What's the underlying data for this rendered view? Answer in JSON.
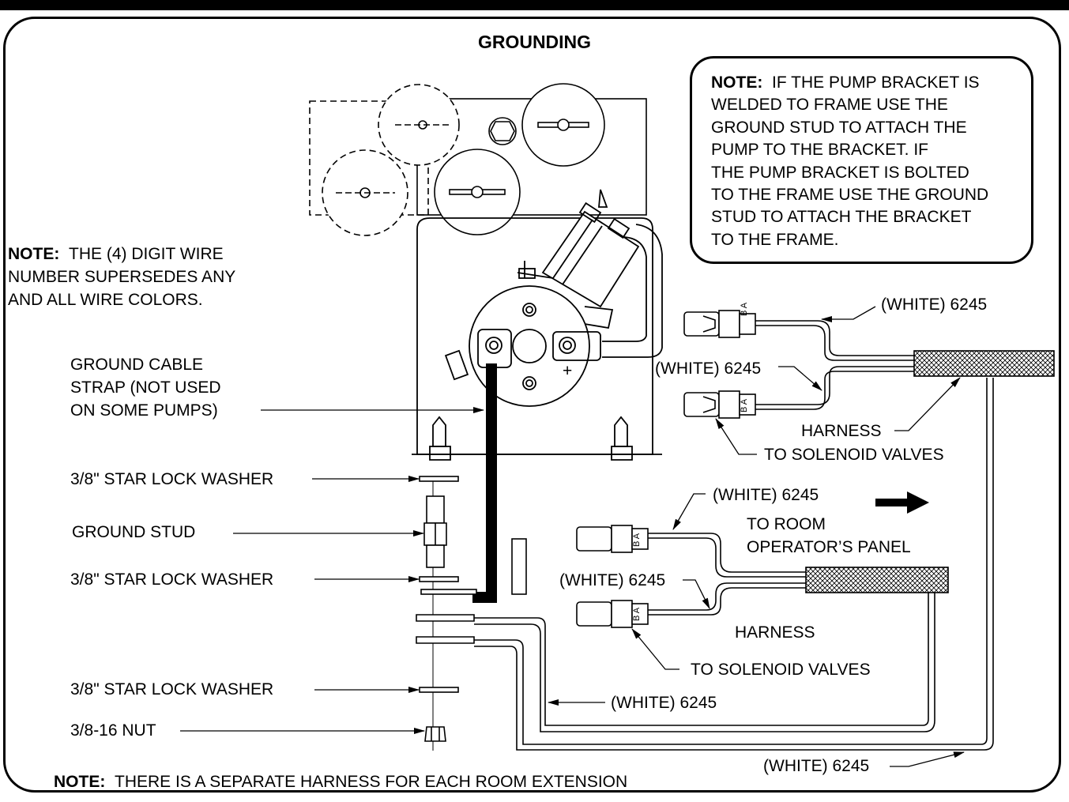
{
  "title": "GROUNDING",
  "note_pump": {
    "label": "NOTE:",
    "lines": [
      "IF THE PUMP BRACKET IS",
      "WELDED TO FRAME USE THE",
      "GROUND STUD TO ATTACH THE",
      "PUMP TO THE BRACKET.  IF",
      "THE PUMP BRACKET IS BOLTED",
      "TO THE FRAME USE THE GROUND",
      "STUD TO ATTACH THE BRACKET",
      "TO THE FRAME."
    ]
  },
  "note_wire": {
    "label": "NOTE:",
    "lines": [
      "THE (4) DIGIT WIRE",
      "NUMBER SUPERSEDES ANY",
      "AND ALL WIRE COLORS."
    ]
  },
  "callouts": {
    "ground_cable_1": "GROUND CABLE",
    "ground_cable_2": "STRAP  (NOT USED",
    "ground_cable_3": "ON SOME PUMPS)",
    "washer_1": "3/8\" STAR LOCK WASHER",
    "ground_stud": "GROUND STUD",
    "washer_2": "3/8\" STAR LOCK WASHER",
    "washer_3": "3/8\" STAR LOCK WASHER",
    "nut": "3/8-16 NUT",
    "wire_white_1": "(WHITE) 6245",
    "wire_white_2": "(WHITE) 6245",
    "harness_1": "HARNESS",
    "solenoid_1": "TO SOLENOID VALVES",
    "wire_white_3": "(WHITE) 6245",
    "to_room_1": "TO ROOM",
    "to_room_2": "OPERATOR’S PANEL",
    "wire_white_4": "(WHITE) 6245",
    "harness_2": "HARNESS",
    "solenoid_2": "TO SOLENOID VALVES",
    "wire_white_5": "(WHITE) 6245",
    "wire_white_6": "(WHITE) 6245",
    "minus": "-",
    "plus": "+",
    "connector_pins": "B A"
  },
  "note_bottom": {
    "label": "NOTE:",
    "text": "THERE IS A SEPARATE HARNESS FOR EACH ROOM EXTENSION"
  }
}
